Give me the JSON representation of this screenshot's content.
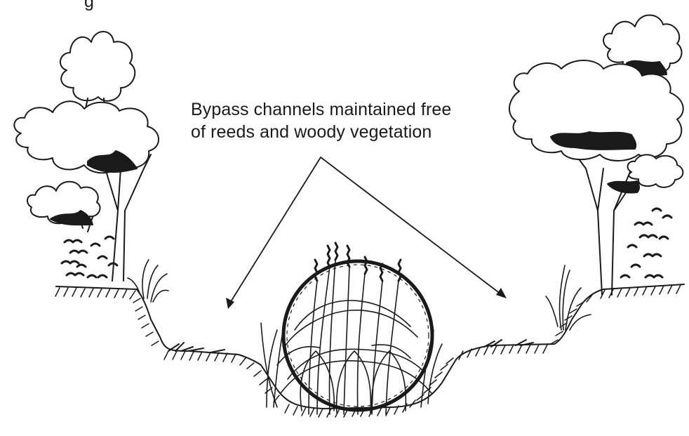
{
  "top_text": "g",
  "caption": {
    "line1": "Bypass channels maintained free",
    "line2": "of reeds and woody vegetation"
  },
  "colors": {
    "ink": "#1a1a1a",
    "background": "#ffffff"
  }
}
